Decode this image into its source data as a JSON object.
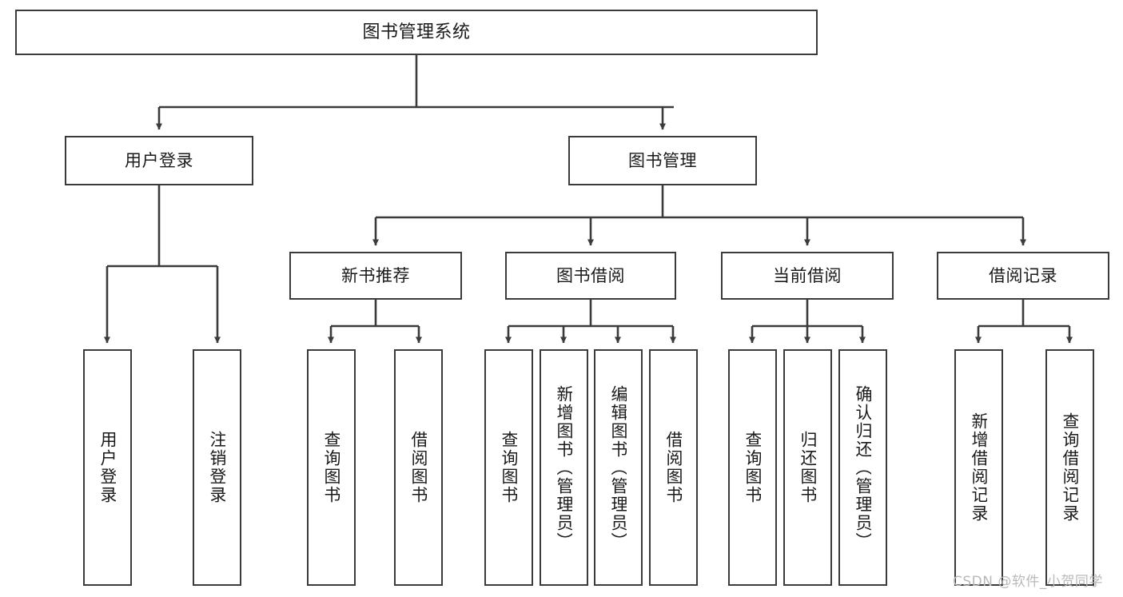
{
  "diagram": {
    "type": "tree-hierarchy",
    "title": "图书管理系统",
    "orientation": "top-down",
    "line_color": "#3b3b3b",
    "box_fill": "#ffffff",
    "text_color": "#1a1a1a",
    "levels": 4
  },
  "nodes": {
    "root": {
      "label": "图书管理系统"
    },
    "level2": [
      {
        "label": "用户登录"
      },
      {
        "label": "图书管理"
      }
    ],
    "level3": [
      {
        "label": "新书推荐"
      },
      {
        "label": "图书借阅"
      },
      {
        "label": "当前借阅"
      },
      {
        "label": "借阅记录"
      }
    ],
    "leaves": {
      "user_login": [
        {
          "label": "用户登录"
        },
        {
          "label": "注销登录"
        }
      ],
      "new_book_recommend": [
        {
          "label": "查询图书"
        },
        {
          "label": "借阅图书"
        }
      ],
      "book_borrow": [
        {
          "label": "查询图书"
        },
        {
          "label": "新增图书（管理员）"
        },
        {
          "label": "编辑图书（管理员）"
        },
        {
          "label": "借阅图书"
        }
      ],
      "current_borrow": [
        {
          "label": "查询图书"
        },
        {
          "label": "归还图书"
        },
        {
          "label": "确认归还（管理员）"
        }
      ],
      "borrow_record": [
        {
          "label": "新增借阅记录"
        },
        {
          "label": "查询借阅记录"
        }
      ]
    }
  },
  "watermark": {
    "text": "CSDN @软件_小贺同学",
    "color": "#b9b9b9"
  }
}
